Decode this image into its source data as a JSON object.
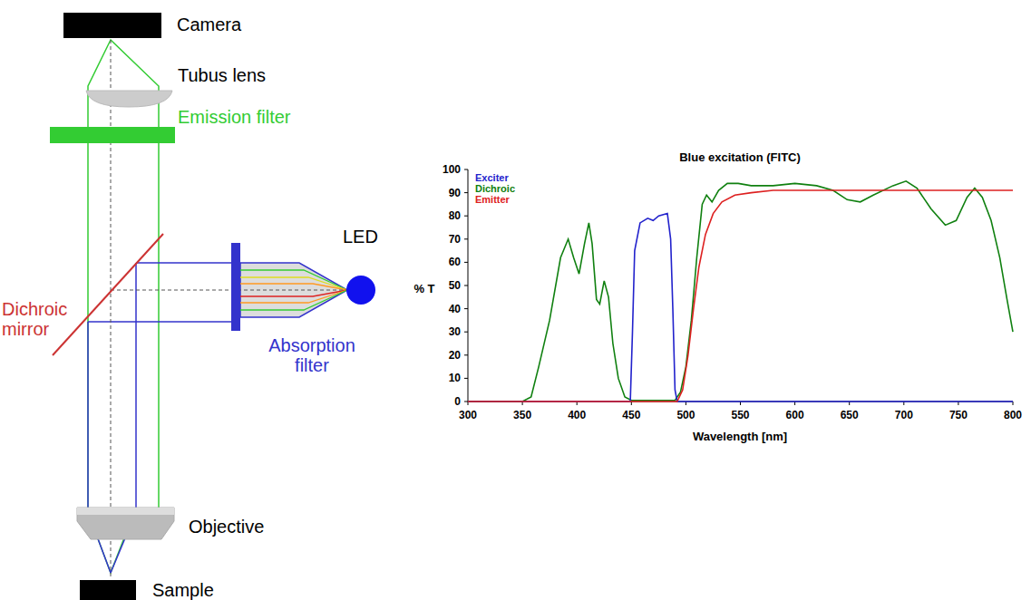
{
  "diagram": {
    "labels": [
      "Camera",
      "Tubus lens",
      "Emission filter",
      "Dichroic mirror",
      "LED",
      "Absorption filter",
      "Objective",
      "Sample",
      "Blue excitation (FITC)",
      "% T",
      "0",
      "10",
      "20",
      "30",
      "40",
      "50",
      "60",
      "70",
      "80",
      "90",
      "100",
      "300",
      "350",
      "400",
      "450",
      "500",
      "550",
      "600",
      "650",
      "700",
      "750",
      "800",
      "Wavelength [nm]"
    ],
    "legend": [
      {
        "text": "Exciter",
        "color": "#2222cc"
      },
      {
        "text": "Dichroic",
        "color": "#108010"
      },
      {
        "text": "Emitter",
        "color": "#dd2020"
      }
    ]
  }
}
